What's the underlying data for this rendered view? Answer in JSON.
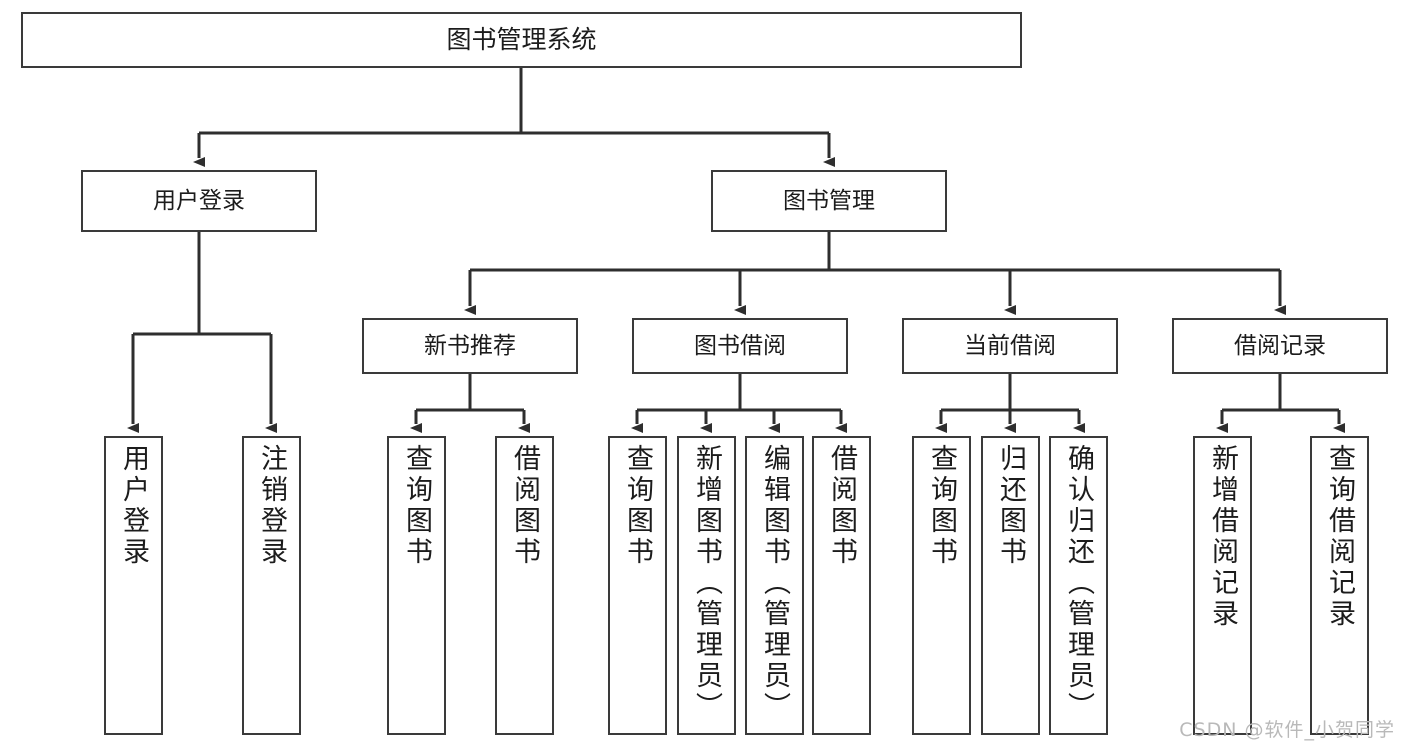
{
  "diagram": {
    "title": "图书管理系统",
    "type": "tree-hierarchy",
    "root": {
      "label": "图书管理系统"
    },
    "level2": [
      {
        "label": "用户登录"
      },
      {
        "label": "图书管理"
      }
    ],
    "level3": [
      {
        "label": "新书推荐"
      },
      {
        "label": "图书借阅"
      },
      {
        "label": "当前借阅"
      },
      {
        "label": "借阅记录"
      }
    ],
    "leaves": {
      "user_login": [
        {
          "label": "用户登录"
        },
        {
          "label": "注销登录"
        }
      ],
      "new_book_recommend": [
        {
          "label": "查询图书"
        },
        {
          "label": "借阅图书"
        }
      ],
      "book_borrow": [
        {
          "label": "查询图书"
        },
        {
          "label": "新增图书（管理员）"
        },
        {
          "label": "编辑图书（管理员）"
        },
        {
          "label": "借阅图书"
        }
      ],
      "current_borrow": [
        {
          "label": "查询图书"
        },
        {
          "label": "归还图书"
        },
        {
          "label": "确认归还（管理员）"
        }
      ],
      "borrow_record": [
        {
          "label": "新增借阅记录"
        },
        {
          "label": "查询借阅记录"
        }
      ]
    }
  },
  "watermark": {
    "text": "CSDN @软件_小贺同学"
  },
  "colors": {
    "border": "#3a3a3a",
    "text": "#1c1c1c",
    "background": "#ffffff",
    "watermark": "#b9b9b9"
  }
}
